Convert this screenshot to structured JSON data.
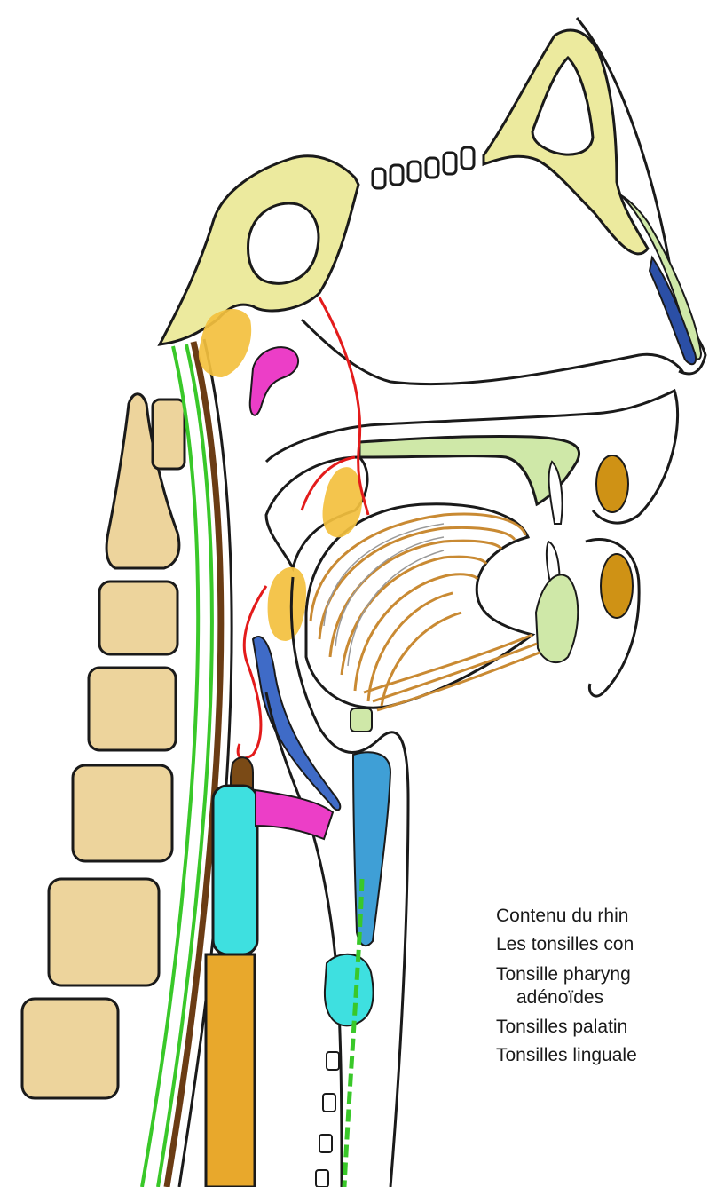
{
  "labels": {
    "contents": "Contenu du rhin",
    "tonsils": "Les tonsilles con",
    "pharyngeal_1": "Tonsille pharyng",
    "pharyngeal_2": "adénoïdes",
    "palatine": "Tonsilles palatin",
    "lingual": "Tonsilles linguale"
  },
  "colors": {
    "outline": "#1a1a1a",
    "bone": "#ecea9e",
    "vertebra": "#edd49c",
    "soft_palate": "#cfe8a8",
    "muscle": "#c98a33",
    "tonsil": "#f3c03e",
    "magenta": "#ec3ec7",
    "blue": "#3f6bc7",
    "dark_blue": "#2b4fa6",
    "cyan": "#3ee0e0",
    "red_line": "#e31b1b",
    "green_line": "#39c829",
    "brown_line": "#6b3c14",
    "brown": "#7a4a16",
    "orange": "#e8a82c",
    "lip_fat": "#cf9215"
  }
}
